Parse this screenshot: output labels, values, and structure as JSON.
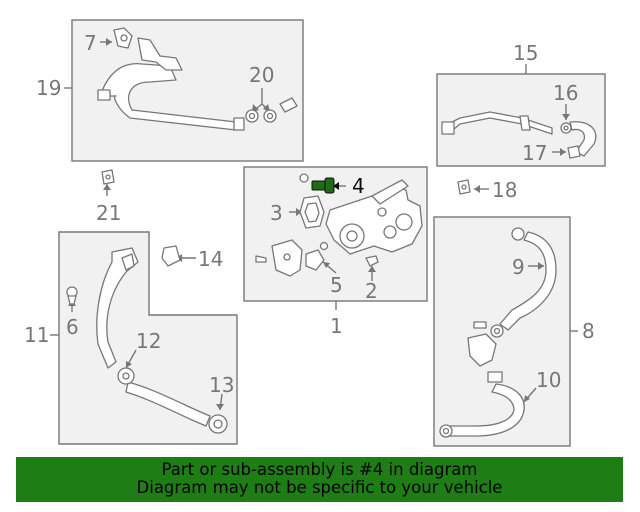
{
  "diagram": {
    "callouts": {
      "c1": "1",
      "c2": "2",
      "c3": "3",
      "c4": "4",
      "c5": "5",
      "c6": "6",
      "c7": "7",
      "c8": "8",
      "c9": "9",
      "c10": "10",
      "c11": "11",
      "c12": "12",
      "c13": "13",
      "c14": "14",
      "c15": "15",
      "c16": "16",
      "c17": "17",
      "c18": "18",
      "c19": "19",
      "c20": "20",
      "c21": "21"
    },
    "highlighted_part": "4",
    "colors": {
      "line": "#777777",
      "panel_fill": "#f1f1f1",
      "part_fill": "#ffffff",
      "highlight": "#1f6b16"
    }
  },
  "footer": {
    "line1": "Part or sub-assembly is #4 in diagram",
    "line2": "Diagram may not be specific to your vehicle",
    "background": "#1e7d14"
  }
}
